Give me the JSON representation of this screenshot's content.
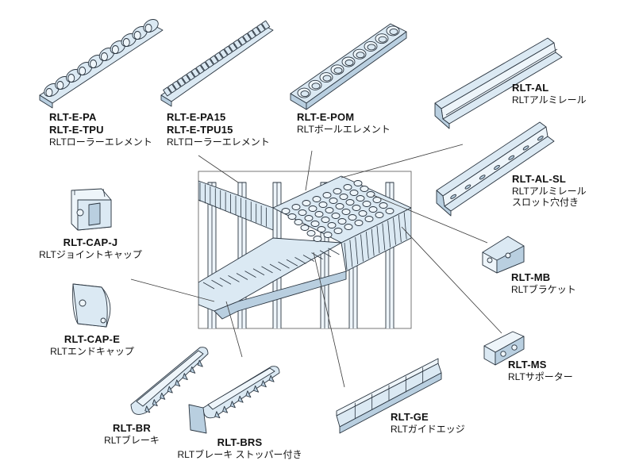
{
  "parts": {
    "e_pa": {
      "codes": [
        "RLT-E-PA",
        "RLT-E-TPU"
      ],
      "desc": "RLTローラーエレメント"
    },
    "e_pa15": {
      "codes": [
        "RLT-E-PA15",
        "RLT-E-TPU15"
      ],
      "desc": "RLTローラーエレメント"
    },
    "e_pom": {
      "codes": [
        "RLT-E-POM"
      ],
      "desc": "RLTボールエレメント"
    },
    "al": {
      "codes": [
        "RLT-AL"
      ],
      "desc": "RLTアルミレール"
    },
    "al_sl": {
      "codes": [
        "RLT-AL-SL"
      ],
      "desc": "RLTアルミレール",
      "desc2": "スロット穴付き"
    },
    "cap_j": {
      "codes": [
        "RLT-CAP-J"
      ],
      "desc": "RLTジョイントキャップ"
    },
    "mb": {
      "codes": [
        "RLT-MB"
      ],
      "desc": "RLTブラケット"
    },
    "cap_e": {
      "codes": [
        "RLT-CAP-E"
      ],
      "desc": "RLTエンドキャップ"
    },
    "ms": {
      "codes": [
        "RLT-MS"
      ],
      "desc": "RLTサポーター"
    },
    "br": {
      "codes": [
        "RLT-BR"
      ],
      "desc": "RLTブレーキ"
    },
    "brs": {
      "codes": [
        "RLT-BRS"
      ],
      "desc": "RLTブレーキ ストッパー付き"
    },
    "ge": {
      "codes": [
        "RLT-GE"
      ],
      "desc": "RLTガイドエッジ"
    }
  },
  "colors": {
    "part_fill": "#dbe9f3",
    "part_stroke": "#2a3540",
    "leader": "#3a3a3a"
  }
}
